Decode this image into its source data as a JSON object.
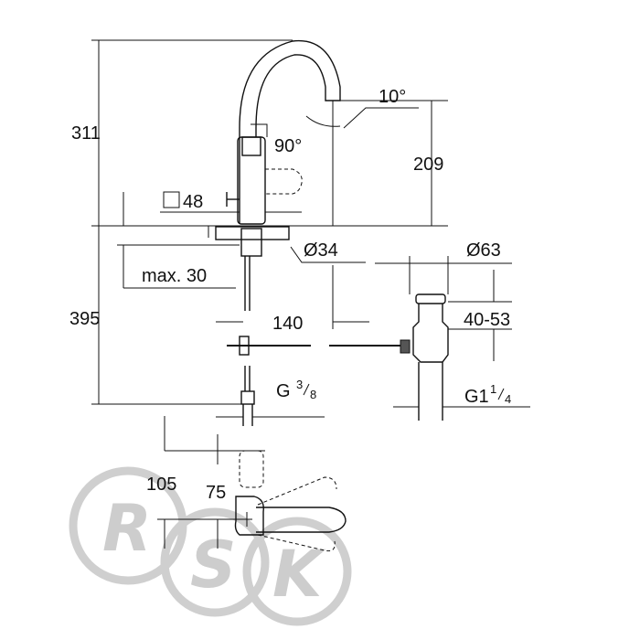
{
  "labels": {
    "height_total": "311",
    "angle_spout": "10°",
    "angle_lever": "90°",
    "height_spout": "209",
    "square_size": "48",
    "hole_diameter": "Ø34",
    "drain_diameter": "Ø63",
    "max_thickness": "max. 30",
    "below_length": "395",
    "reach": "140",
    "drain_range": "40-53",
    "connection_thread_base": "G",
    "connection_thread_sup": "3",
    "connection_thread_sub": "8",
    "drain_thread_base": "G1",
    "drain_thread_sup": "1",
    "drain_thread_sub": "4",
    "lever_depth_outer": "105",
    "lever_depth_inner": "75"
  },
  "watermark": {
    "letters": [
      "R",
      "S",
      "K"
    ],
    "color": "#cfcfcf"
  }
}
